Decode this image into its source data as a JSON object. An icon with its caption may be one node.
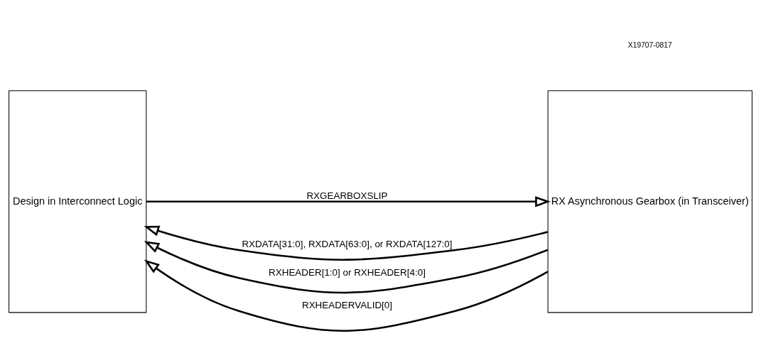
{
  "diagram": {
    "nodes": [
      {
        "text": [
          "Design in Interconnect Logic"
        ]
      },
      {
        "text": [
          "RX Asynchronous Gearbox (in Transceiver)"
        ]
      }
    ],
    "edges": [
      {
        "from": 1,
        "to": 0,
        "arrow": "to",
        "label": "RXDATA[31:0], RXDATA[63:0], or RXDATA[127:0]"
      },
      {
        "from": 1,
        "to": 0,
        "arrow": "to",
        "label": "RXHEADER[1:0] or RXHEADER[4:0]"
      },
      {
        "from": 1,
        "to": 0,
        "arrow": "to",
        "label": "RXHEADERVALID[0]"
      },
      {
        "from": 0,
        "to": 1,
        "arrow": "to",
        "label": "RXGEARBOXSLIP"
      }
    ],
    "labels": [
      "X19707-0817"
    ]
  }
}
